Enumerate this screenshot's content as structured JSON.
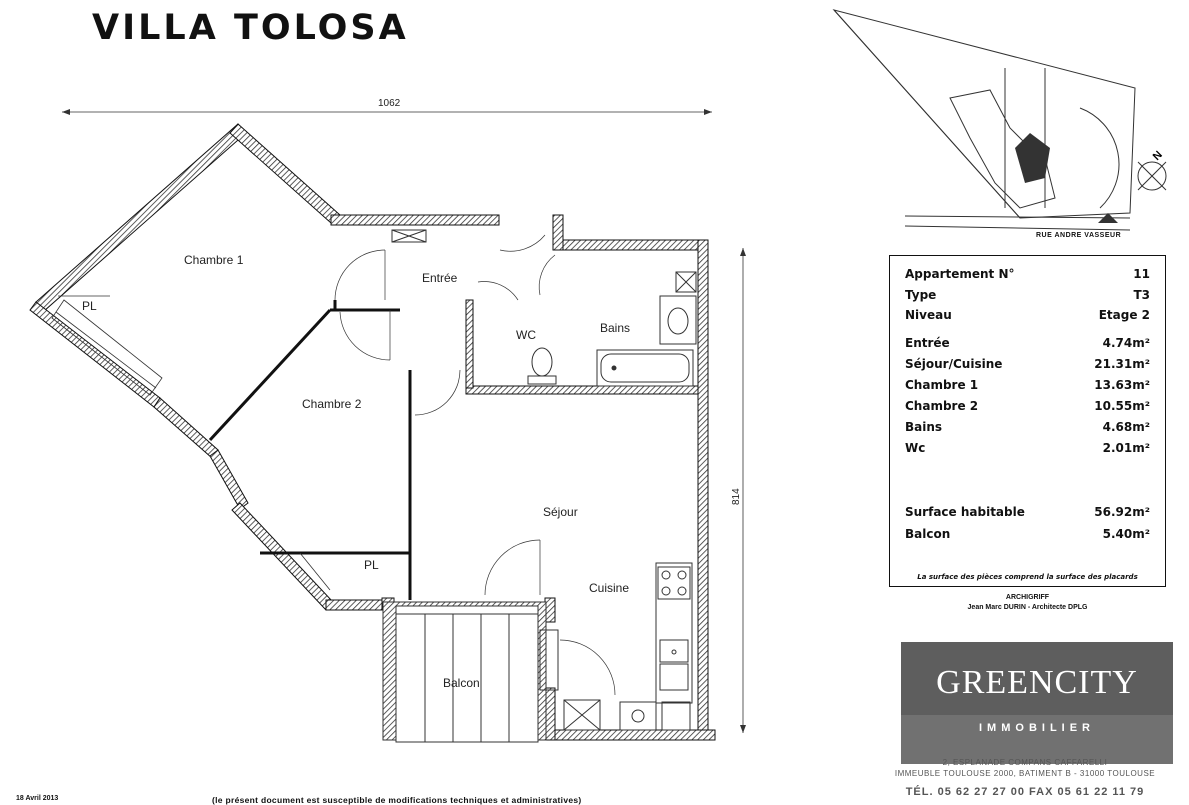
{
  "title": "VILLA TOLOSA",
  "plan": {
    "dim_width": "1062",
    "dim_height": "814",
    "rooms": {
      "chambre1": "Chambre 1",
      "entree": "Entrée",
      "chambre2": "Chambre 2",
      "wc": "WC",
      "bains": "Bains",
      "sejour": "Séjour",
      "cuisine": "Cuisine",
      "balcon": "Balcon",
      "pl1": "PL",
      "pl2": "PL"
    }
  },
  "location_map": {
    "street": "RUE ANDRE VASSEUR",
    "north": "N"
  },
  "apartment": {
    "rows_header": [
      {
        "label": "Appartement N°",
        "value": "11"
      },
      {
        "label": "Type",
        "value": "T3"
      },
      {
        "label": "Niveau",
        "value": "Etage 2"
      }
    ],
    "rows_areas": [
      {
        "label": "Entrée",
        "value": "4.74m²"
      },
      {
        "label": "Séjour/Cuisine",
        "value": "21.31m²"
      },
      {
        "label": "Chambre 1",
        "value": "13.63m²"
      },
      {
        "label": "Chambre 2",
        "value": "10.55m²"
      },
      {
        "label": "Bains",
        "value": "4.68m²"
      },
      {
        "label": "Wc",
        "value": "2.01m²"
      }
    ],
    "rows_totals": [
      {
        "label": "Surface habitable",
        "value": "56.92m²"
      },
      {
        "label": "Balcon",
        "value": "5.40m²"
      }
    ],
    "note": "La surface des pièces comprend la surface des placards"
  },
  "architect": {
    "firm": "ARCHIGRIFF",
    "name": "Jean Marc DURIN - Architecte DPLG"
  },
  "logo": {
    "name": "GREENCITY",
    "subtitle": "IMMOBILIER"
  },
  "address": {
    "line1": "2, ESPLANADE COMPANS CAFFARELLI",
    "line2": "IMMEUBLE TOULOUSE 2000, BATIMENT B - 31000 TOULOUSE",
    "tel": "TÉL. 05 62 27 27 00  FAX 05 61 22 11 79"
  },
  "footer": {
    "date": "18 Avril 2013",
    "disclaimer": "(le présent document est susceptible de modifications techniques et administratives)"
  }
}
